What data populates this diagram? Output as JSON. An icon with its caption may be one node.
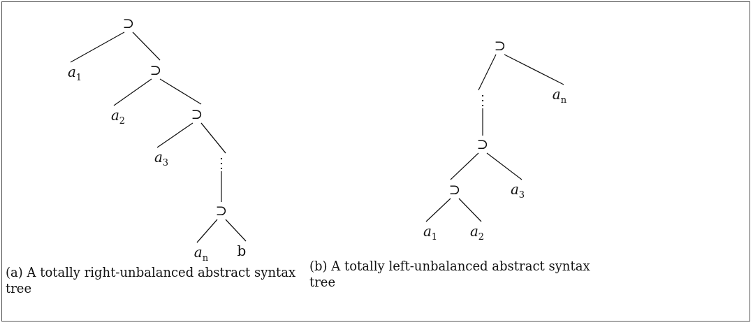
{
  "diagram": {
    "nodes": [
      {
        "text": [
          "⊃"
        ]
      },
      {
        "text": [
          "*a*$_{1}$"
        ]
      },
      {
        "text": [
          "⊃"
        ]
      },
      {
        "text": [
          "*a*$_{2}$"
        ]
      },
      {
        "text": [
          "⊃"
        ]
      },
      {
        "text": [
          "*a*$_{3}$"
        ]
      },
      {
        "text": [
          "⋮"
        ]
      },
      {
        "text": [
          "⊃"
        ]
      },
      {
        "text": [
          "*a*$_{n}$"
        ]
      },
      {
        "text": [
          "b"
        ]
      },
      {
        "text": [
          "⊃"
        ]
      },
      {
        "text": [
          "⋮"
        ]
      },
      {
        "text": [
          "*a*$_{n}$"
        ]
      },
      {
        "text": [
          "⊃"
        ]
      },
      {
        "text": [
          "⊃"
        ]
      },
      {
        "text": [
          "*a*$_{3}$"
        ]
      },
      {
        "text": [
          "*a*$_{1}$"
        ]
      },
      {
        "text": [
          "*a*$_{2}$"
        ]
      }
    ],
    "edges": [
      {
        "from": 0,
        "to": 1,
        "arrow": "none"
      },
      {
        "from": 0,
        "to": 2,
        "arrow": "none"
      },
      {
        "from": 2,
        "to": 3,
        "arrow": "none"
      },
      {
        "from": 2,
        "to": 4,
        "arrow": "none"
      },
      {
        "from": 4,
        "to": 5,
        "arrow": "none"
      },
      {
        "from": 4,
        "to": 6,
        "arrow": "none"
      },
      {
        "from": 6,
        "to": 7,
        "arrow": "none"
      },
      {
        "from": 7,
        "to": 8,
        "arrow": "none"
      },
      {
        "from": 7,
        "to": 9,
        "arrow": "none"
      },
      {
        "from": 10,
        "to": 11,
        "arrow": "none"
      },
      {
        "from": 10,
        "to": 12,
        "arrow": "none"
      },
      {
        "from": 11,
        "to": 13,
        "arrow": "none"
      },
      {
        "from": 13,
        "to": 14,
        "arrow": "none"
      },
      {
        "from": 13,
        "to": 15,
        "arrow": "none"
      },
      {
        "from": 14,
        "to": 16,
        "arrow": "none"
      },
      {
        "from": 14,
        "to": 17,
        "arrow": "none"
      }
    ],
    "labels": [
      "(a) A totally right-unbalanced abstract syntax tree",
      "(b) A totally left-unbalanced abstract syntax tree"
    ]
  }
}
